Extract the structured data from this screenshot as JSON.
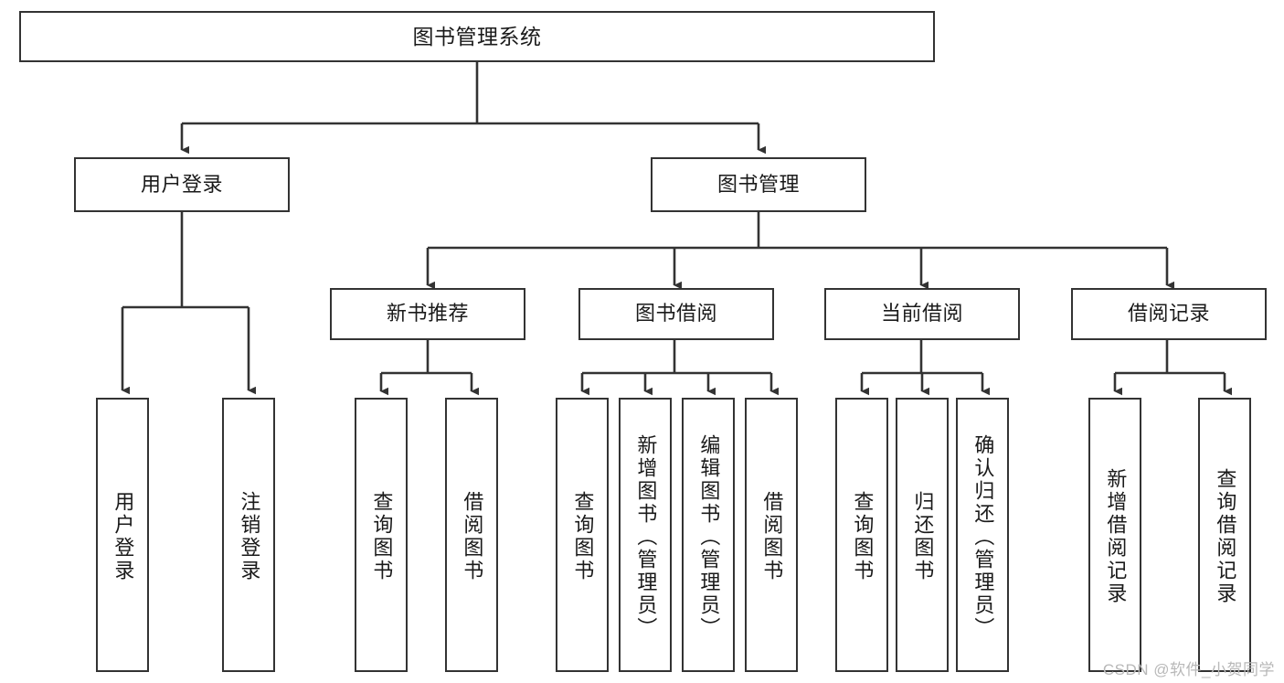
{
  "diagram": {
    "title": "图书管理系统",
    "type": "tree-hierarchy-chart",
    "colors": {
      "box_border": "#333333",
      "box_fill": "#ffffff",
      "edge": "#333333",
      "text": "#1a1a1a",
      "watermark": "#b8b8b8",
      "background": "#ffffff"
    }
  },
  "root": {
    "label": "图书管理系统"
  },
  "level2": [
    {
      "label": "用户登录"
    },
    {
      "label": "图书管理"
    }
  ],
  "level3": [
    {
      "label": "新书推荐"
    },
    {
      "label": "图书借阅"
    },
    {
      "label": "当前借阅"
    },
    {
      "label": "借阅记录"
    }
  ],
  "leaves": {
    "user_login": [
      {
        "label": "用户登录"
      },
      {
        "label": "注销登录"
      }
    ],
    "new_book_recommend": [
      {
        "label": "查询图书"
      },
      {
        "label": "借阅图书"
      }
    ],
    "book_borrow": [
      {
        "label": "查询图书"
      },
      {
        "label": "新增图书（管理员）"
      },
      {
        "label": "编辑图书（管理员）"
      },
      {
        "label": "借阅图书"
      }
    ],
    "current_borrow": [
      {
        "label": "查询图书"
      },
      {
        "label": "归还图书"
      },
      {
        "label": "确认归还（管理员）"
      }
    ],
    "borrow_record": [
      {
        "label": "新增借阅记录"
      },
      {
        "label": "查询借阅记录"
      }
    ]
  },
  "watermark": {
    "text": "CSDN @软件_小贺同学"
  }
}
